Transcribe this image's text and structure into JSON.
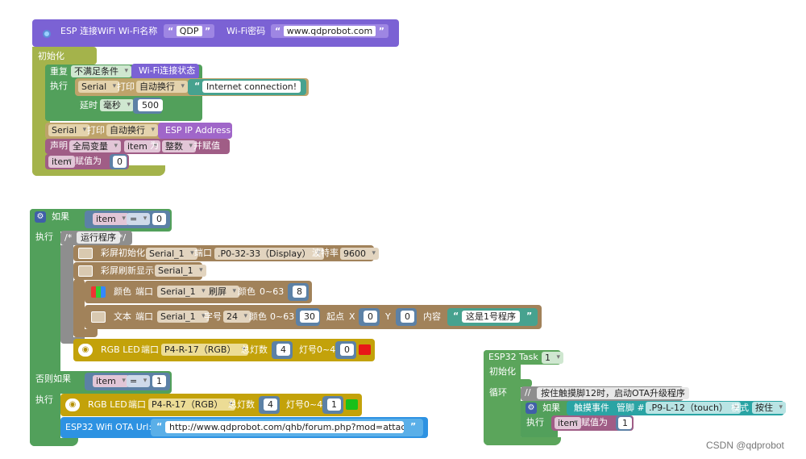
{
  "wifi_block": {
    "prefix": "ESP 连接WiFi",
    "name_label": "Wi-Fi名称",
    "name_value": "QDP",
    "pwd_label": "Wi-Fi密码",
    "pwd_value": "www.qdprobot.com"
  },
  "setup": {
    "init_label": "初始化",
    "repeat_label": "重复",
    "repeat_mode": "不满足条件",
    "wifi_status": "Wi-Fi连接状态",
    "do_label": "执行",
    "serial1": "Serial",
    "print1": "打印",
    "newline1": "自动换行",
    "msg1": "Internet connection!",
    "delay_label": "延时",
    "delay_unit": "毫秒",
    "delay_value": "500",
    "serial2": "Serial",
    "print2": "打印",
    "newline2": "自动换行",
    "ip_label": "ESP IP Address",
    "declare_label": "声明",
    "declare_scope": "全局变量",
    "var_name": "item",
    "as_label": "为",
    "type": "整数",
    "assign_label": "并赋值",
    "set_var": "item",
    "set_label": "赋值为",
    "set_value": "0"
  },
  "main_if": {
    "if_label": "如果",
    "var": "item",
    "op": "=",
    "value": "0",
    "do_label": "执行",
    "comment_open": "/*",
    "comment_text": "运行程序",
    "comment_close": "*/",
    "screen_init_label": "彩屏初始化",
    "screen_init_serial": "Serial_1",
    "port_label": "端口",
    "port_value": ".P0-32-33（Display）",
    "baud_label": "波特率",
    "baud_value": "9600",
    "refresh_label": "彩屏刷新显示",
    "refresh_serial": "Serial_1",
    "color_label": "颜色",
    "color_port_label": "端口",
    "color_serial": "Serial_1",
    "color_mode": "刷屏",
    "color_color_label": "颜色",
    "color_range": "0~63",
    "color_value": "8",
    "text_label": "文本",
    "text_port_label": "端口",
    "text_serial": "Serial_1",
    "font_label": "字号",
    "font_value": "24",
    "text_color_label": "颜色",
    "text_color_range": "0~63",
    "text_color_value": "30",
    "start_label": "起点",
    "x_label": "X",
    "x_value": "0",
    "y_label": "Y",
    "y_value": "0",
    "content_label": "内容",
    "content_value": "这是1号程序",
    "led_label": "RGB LED",
    "led_port_label": "端口",
    "led_port": "P4-R-17（RGB）",
    "led_total_label": "总灯数",
    "led_total": "4",
    "led_num_label": "灯号0~4",
    "led_num": "0",
    "led_color": "#e81818",
    "elseif_label": "否则如果",
    "var2": "item",
    "op2": "=",
    "value2": "1",
    "do2_label": "执行",
    "led2_label": "RGB LED",
    "led2_port_label": "端口",
    "led2_port": "P4-R-17（RGB）",
    "led2_total_label": "总灯数",
    "led2_total": "4",
    "led2_num_label": "灯号0~4",
    "led2_num": "1",
    "led2_color": "#19c019",
    "ota_label": "ESP32 Wifi OTA Url:",
    "ota_url": "http://www.qdprobot.com/qhb/forum.php?mod=attach···"
  },
  "task": {
    "title": "ESP32",
    "task_label": "Task",
    "task_num": "1",
    "init_label": "初始化",
    "loop_label": "循环",
    "comment": "按住触摸脚12时，启动OTA升级程序",
    "if_label": "如果",
    "touch_label": "触摸事件",
    "pin_label": "管脚 #",
    "pin_value": ".P9-L-12（touch）",
    "mode_label": "模式",
    "mode_value": "按住",
    "do_label": "执行",
    "var": "item",
    "assign_label": "赋值为",
    "value": "1"
  },
  "watermark": "CSDN @qdprobot",
  "colors": {
    "wifi": "#7b62d4",
    "olive": "#a4b34b",
    "purple": "#a066c9",
    "green": "#56a85a",
    "teal": "#47a28f",
    "serial": "#bea36a",
    "var": "#a05d86",
    "control": "#52a05b",
    "logic": "#5c81a6",
    "comment": "#8e8e8e",
    "screen": "#a1825a",
    "led": "#c3a20a",
    "ota": "#2d92e2",
    "task": "#5ba55b",
    "touch": "#2aa4a4"
  }
}
